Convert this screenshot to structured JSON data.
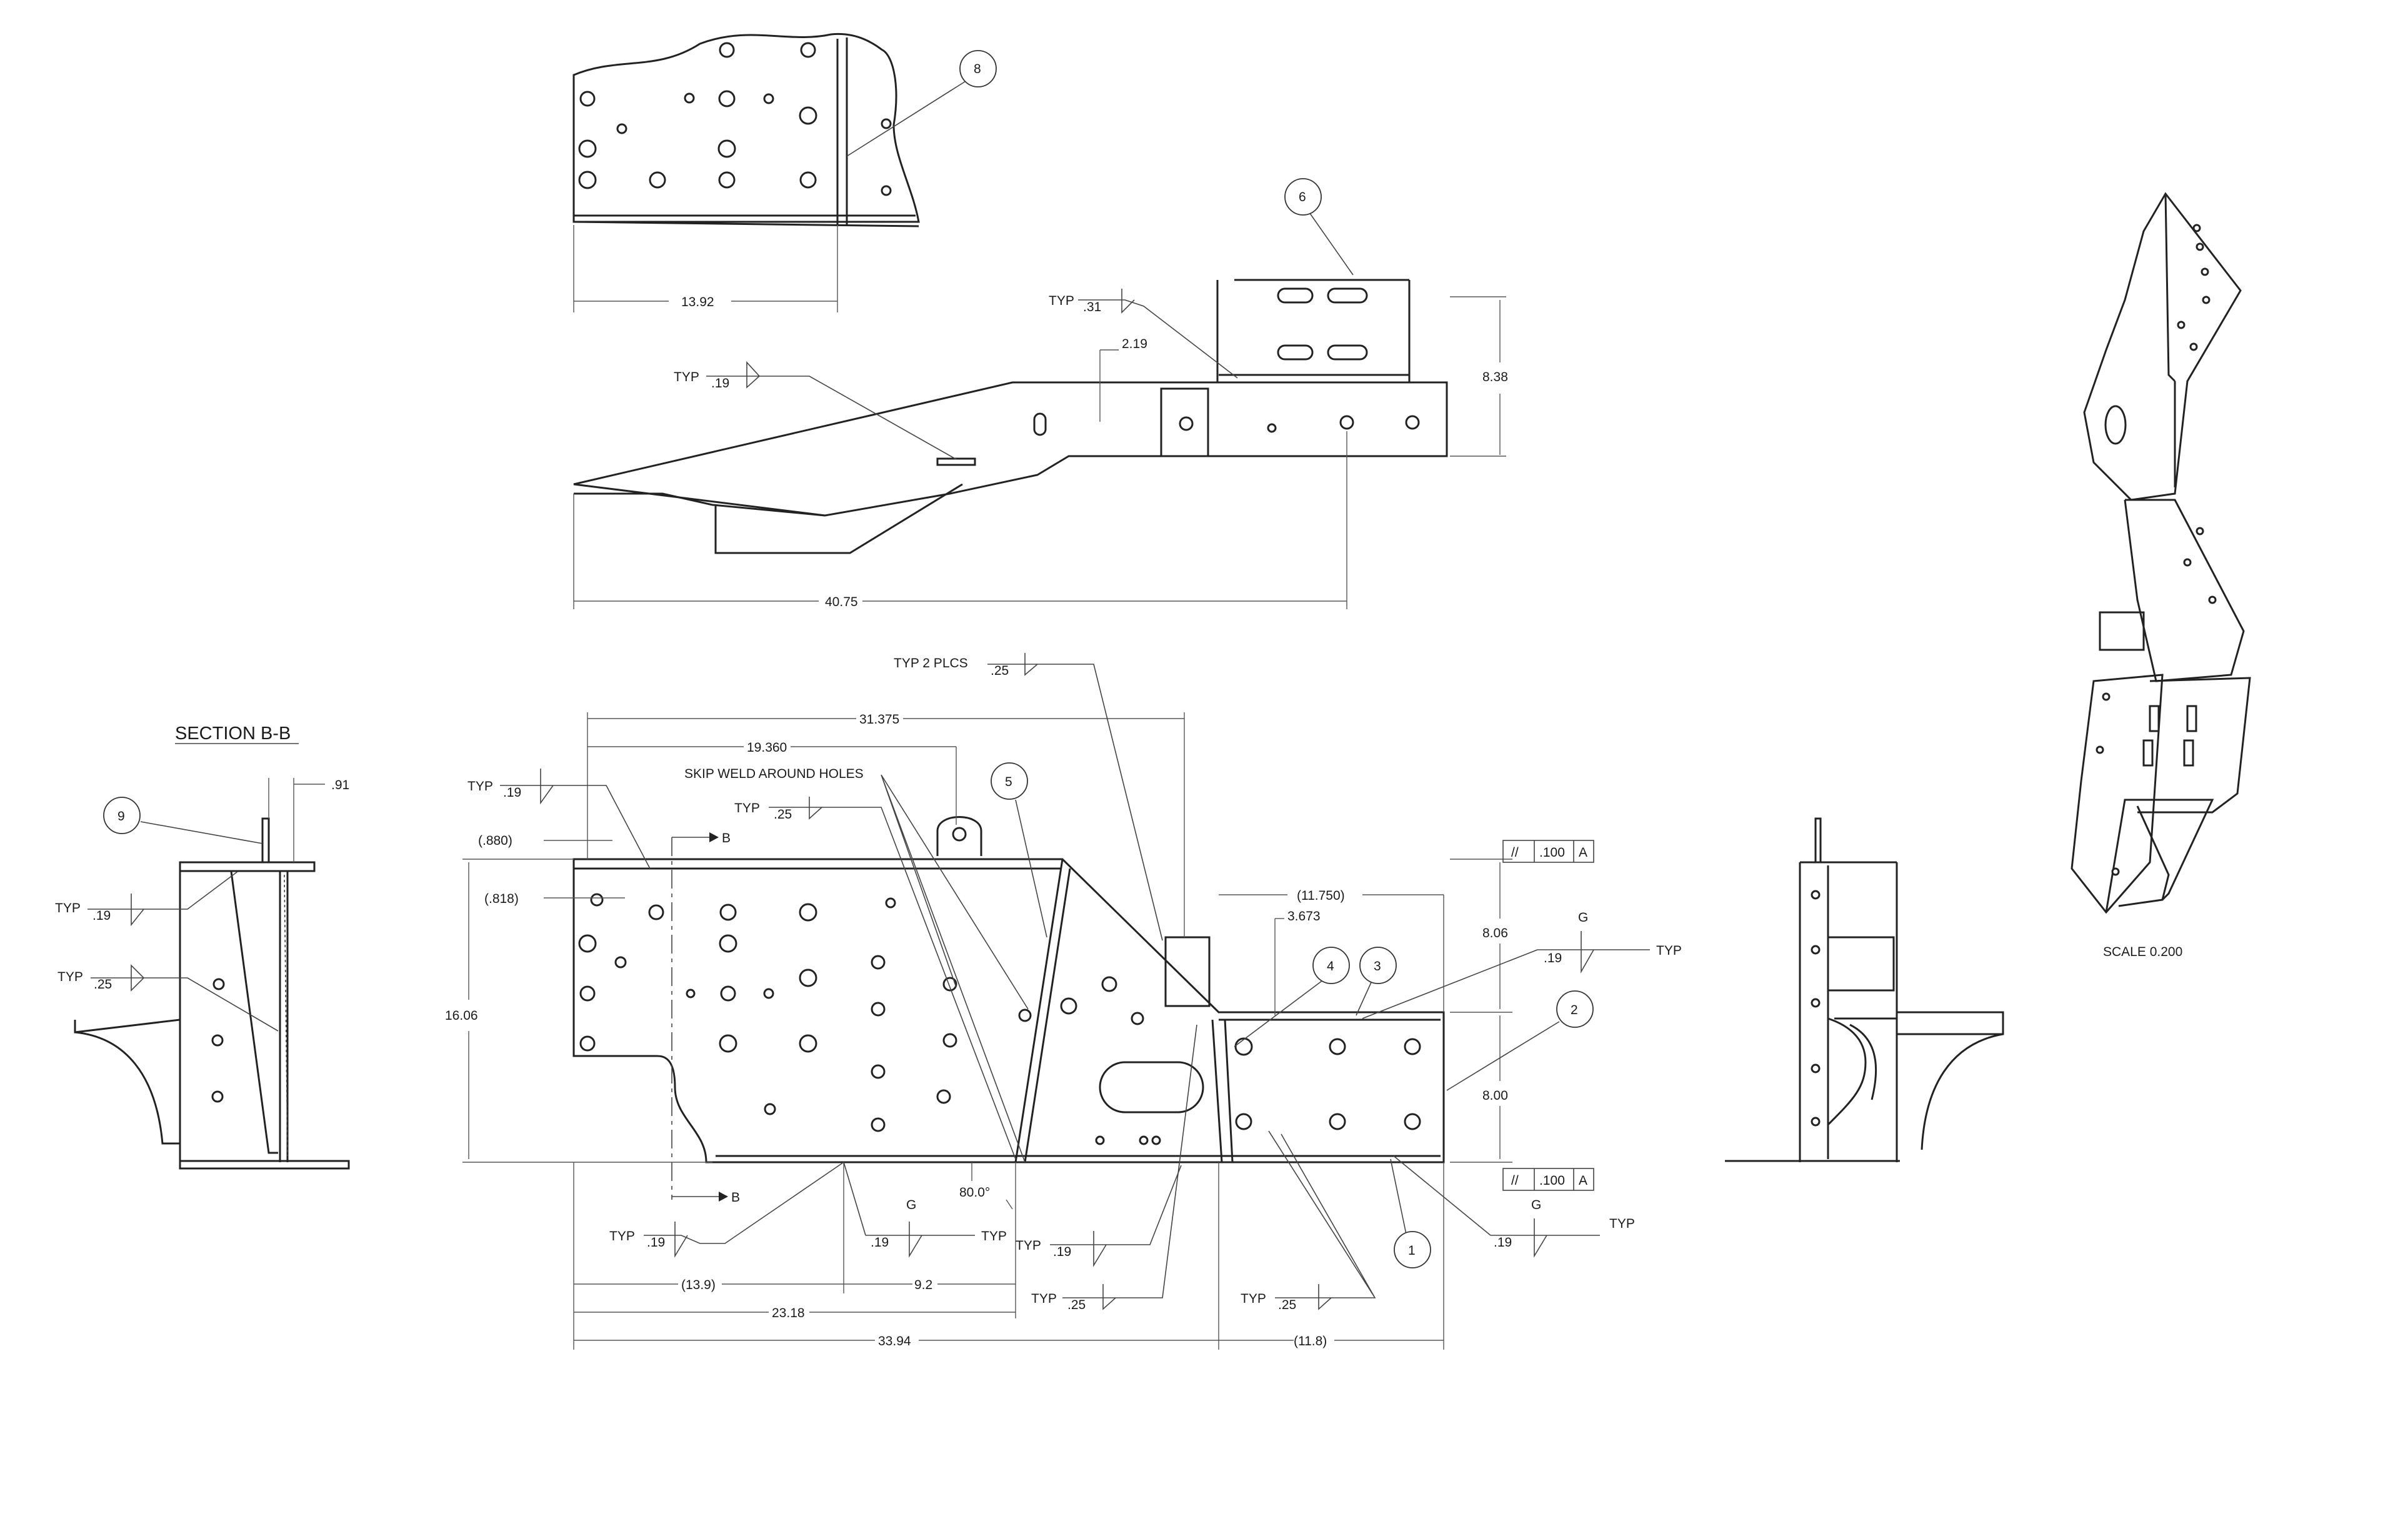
{
  "section_title": "SECTION B-B",
  "scale_note": "SCALE 0.200",
  "skip_weld_note": "SKIP WELD AROUND HOLES",
  "section_marker": "B",
  "typ": "TYP",
  "typ_2_plcs": "TYP 2 PLCS",
  "weld_g": "G",
  "angle_80": "80.0°",
  "frame_parallel": "//",
  "frame_tol": ".100",
  "frame_datum": "A",
  "weld_sizes": {
    "w19": ".19",
    "w25": ".25",
    "w31": ".31"
  },
  "balloons": [
    "1",
    "2",
    "3",
    "4",
    "5",
    "6",
    "8",
    "9"
  ],
  "dims": {
    "top_width": "13.92",
    "side_height": "8.38",
    "side_offset": "2.19",
    "side_length": "40.75",
    "section_offset": ".91",
    "d31375": "31.375",
    "d19360": "19.360",
    "d880": "(.880)",
    "d818": "(.818)",
    "d1606": "16.06",
    "d11750": "(11.750)",
    "d3673": "3.673",
    "d806": "8.06",
    "d800": "8.00",
    "d139": "(13.9)",
    "d92": "9.2",
    "d2318": "23.18",
    "d3394": "33.94",
    "d118": "(11.8)"
  }
}
